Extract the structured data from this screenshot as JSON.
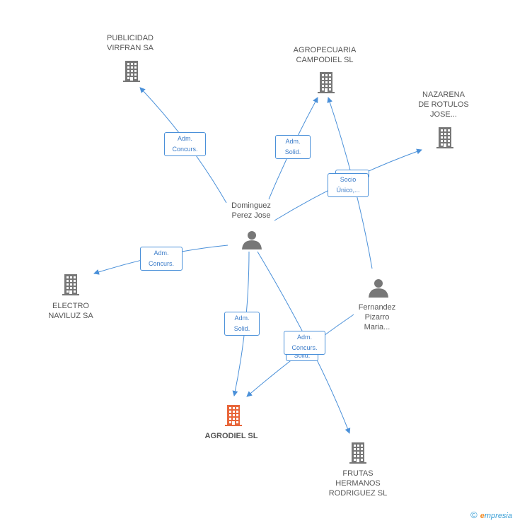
{
  "colors": {
    "edge": "#4a90d9",
    "company": "#777777",
    "main_company": "#e8663a",
    "person": "#777777"
  },
  "nodes": {
    "publicidad": {
      "lines": [
        "PUBLICIDAD",
        "VIRFRAN SA"
      ],
      "icon": "building-icon"
    },
    "agropecuaria": {
      "lines": [
        "AGROPECUARIA",
        "CAMPODIEL  SL"
      ],
      "icon": "building-icon"
    },
    "nazarena": {
      "lines": [
        "NAZARENA",
        "DE ROTULOS",
        "JOSE..."
      ],
      "icon": "building-icon"
    },
    "dominguez": {
      "lines": [
        "Dominguez",
        "Perez Jose"
      ],
      "icon": "person-icon"
    },
    "electro": {
      "lines": [
        "ELECTRO",
        "NAVILUZ SA"
      ],
      "icon": "building-icon"
    },
    "fernandez": {
      "lines": [
        "Fernandez",
        "Pizarro",
        "Maria..."
      ],
      "icon": "person-icon"
    },
    "agrodiel": {
      "lines": [
        "AGRODIEL SL"
      ],
      "icon": "building-icon"
    },
    "frutas": {
      "lines": [
        "FRUTAS",
        "HERMANOS",
        "RODRIGUEZ SL"
      ],
      "icon": "building-icon"
    }
  },
  "edges": {
    "dom_publicidad": [
      "Adm.",
      "Concurs."
    ],
    "dom_agropecuaria": [
      "Adm.",
      "Solid."
    ],
    "socio_stack_back": [
      "",
      ""
    ],
    "socio": [
      "Socio",
      "Único,..."
    ],
    "dom_electro": [
      "Adm.",
      "Concurs."
    ],
    "dom_agrodiel": [
      "Adm.",
      "Solid."
    ],
    "solid_stack_back": [
      "Solid."
    ],
    "dom_frutas": [
      "Adm.",
      "Concurs."
    ]
  },
  "brand": {
    "copyright": "©",
    "first_letter": "e",
    "rest": "mpresia"
  }
}
